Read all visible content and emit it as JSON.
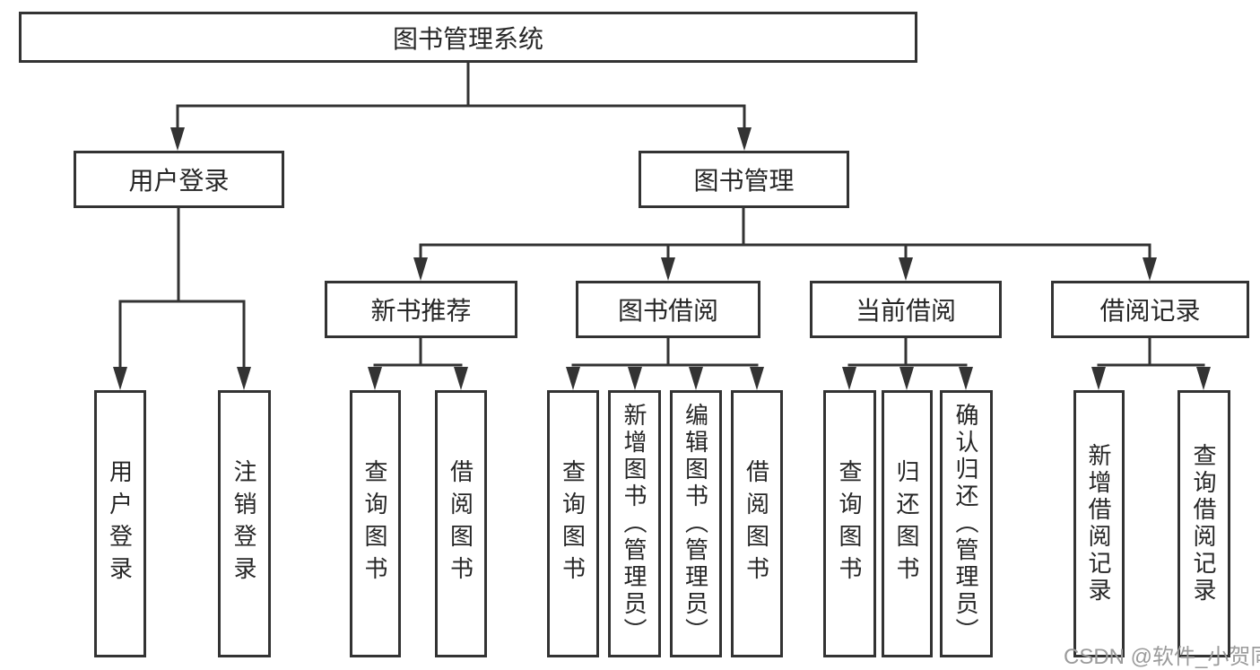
{
  "tree": {
    "root": {
      "label": "图书管理系统"
    },
    "branches": [
      {
        "label": "用户登录",
        "children": [
          {
            "label": "用户登录"
          },
          {
            "label": "注销登录"
          }
        ]
      },
      {
        "label": "图书管理",
        "children": [
          {
            "label": "新书推荐",
            "children": [
              {
                "label": "查询图书"
              },
              {
                "label": "借阅图书"
              }
            ]
          },
          {
            "label": "图书借阅",
            "children": [
              {
                "label": "查询图书"
              },
              {
                "label": "新增图书（管理员）"
              },
              {
                "label": "编辑图书（管理员）"
              },
              {
                "label": "借阅图书"
              }
            ]
          },
          {
            "label": "当前借阅",
            "children": [
              {
                "label": "查询图书"
              },
              {
                "label": "归还图书"
              },
              {
                "label": "确认归还（管理员）"
              }
            ]
          },
          {
            "label": "借阅记录",
            "children": [
              {
                "label": "新增借阅记录"
              },
              {
                "label": "查询借阅记录"
              }
            ]
          }
        ]
      }
    ]
  },
  "watermark": {
    "text": "CSDN @软件_小贺同学"
  },
  "colors": {
    "line": "#333333",
    "box_border": "#333333",
    "text": "#262626",
    "background": "#ffffff",
    "watermark": "#9b9b9b"
  }
}
